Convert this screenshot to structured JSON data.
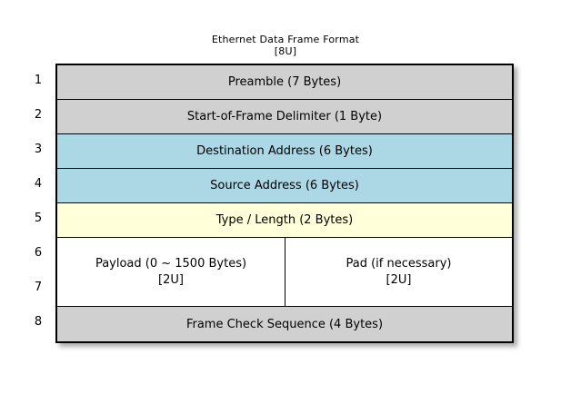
{
  "title": {
    "main": "Ethernet Data Frame Format",
    "sub": "[8U]"
  },
  "colors": {
    "gray": "#d0d0d0",
    "blue": "#acd7e5",
    "yellow": "#ffffd9",
    "white": "#ffffff",
    "border": "#000000",
    "background": "#ffffff"
  },
  "row_numbers": [
    "1",
    "2",
    "3",
    "4",
    "5",
    "6",
    "7",
    "8"
  ],
  "rows": [
    {
      "number": "1",
      "label": "Preamble (7 Bytes)",
      "fill": "gray"
    },
    {
      "number": "2",
      "label": "Start-of-Frame Delimiter (1 Byte)",
      "fill": "gray"
    },
    {
      "number": "3",
      "label": "Destination Address (6 Bytes)",
      "fill": "blue"
    },
    {
      "number": "4",
      "label": "Source Address (6 Bytes)",
      "fill": "blue"
    },
    {
      "number": "5",
      "label": "Type / Length (2 Bytes)",
      "fill": "yellow"
    },
    {
      "number": "6-7",
      "fill": "white",
      "split": true,
      "left": {
        "label": "Payload (0 ~ 1500 Bytes)",
        "sub": "[2U]"
      },
      "right": {
        "label": "Pad (if necessary)",
        "sub": "[2U]"
      }
    },
    {
      "number": "8",
      "label": "Frame Check Sequence (4 Bytes)",
      "fill": "gray"
    }
  ]
}
